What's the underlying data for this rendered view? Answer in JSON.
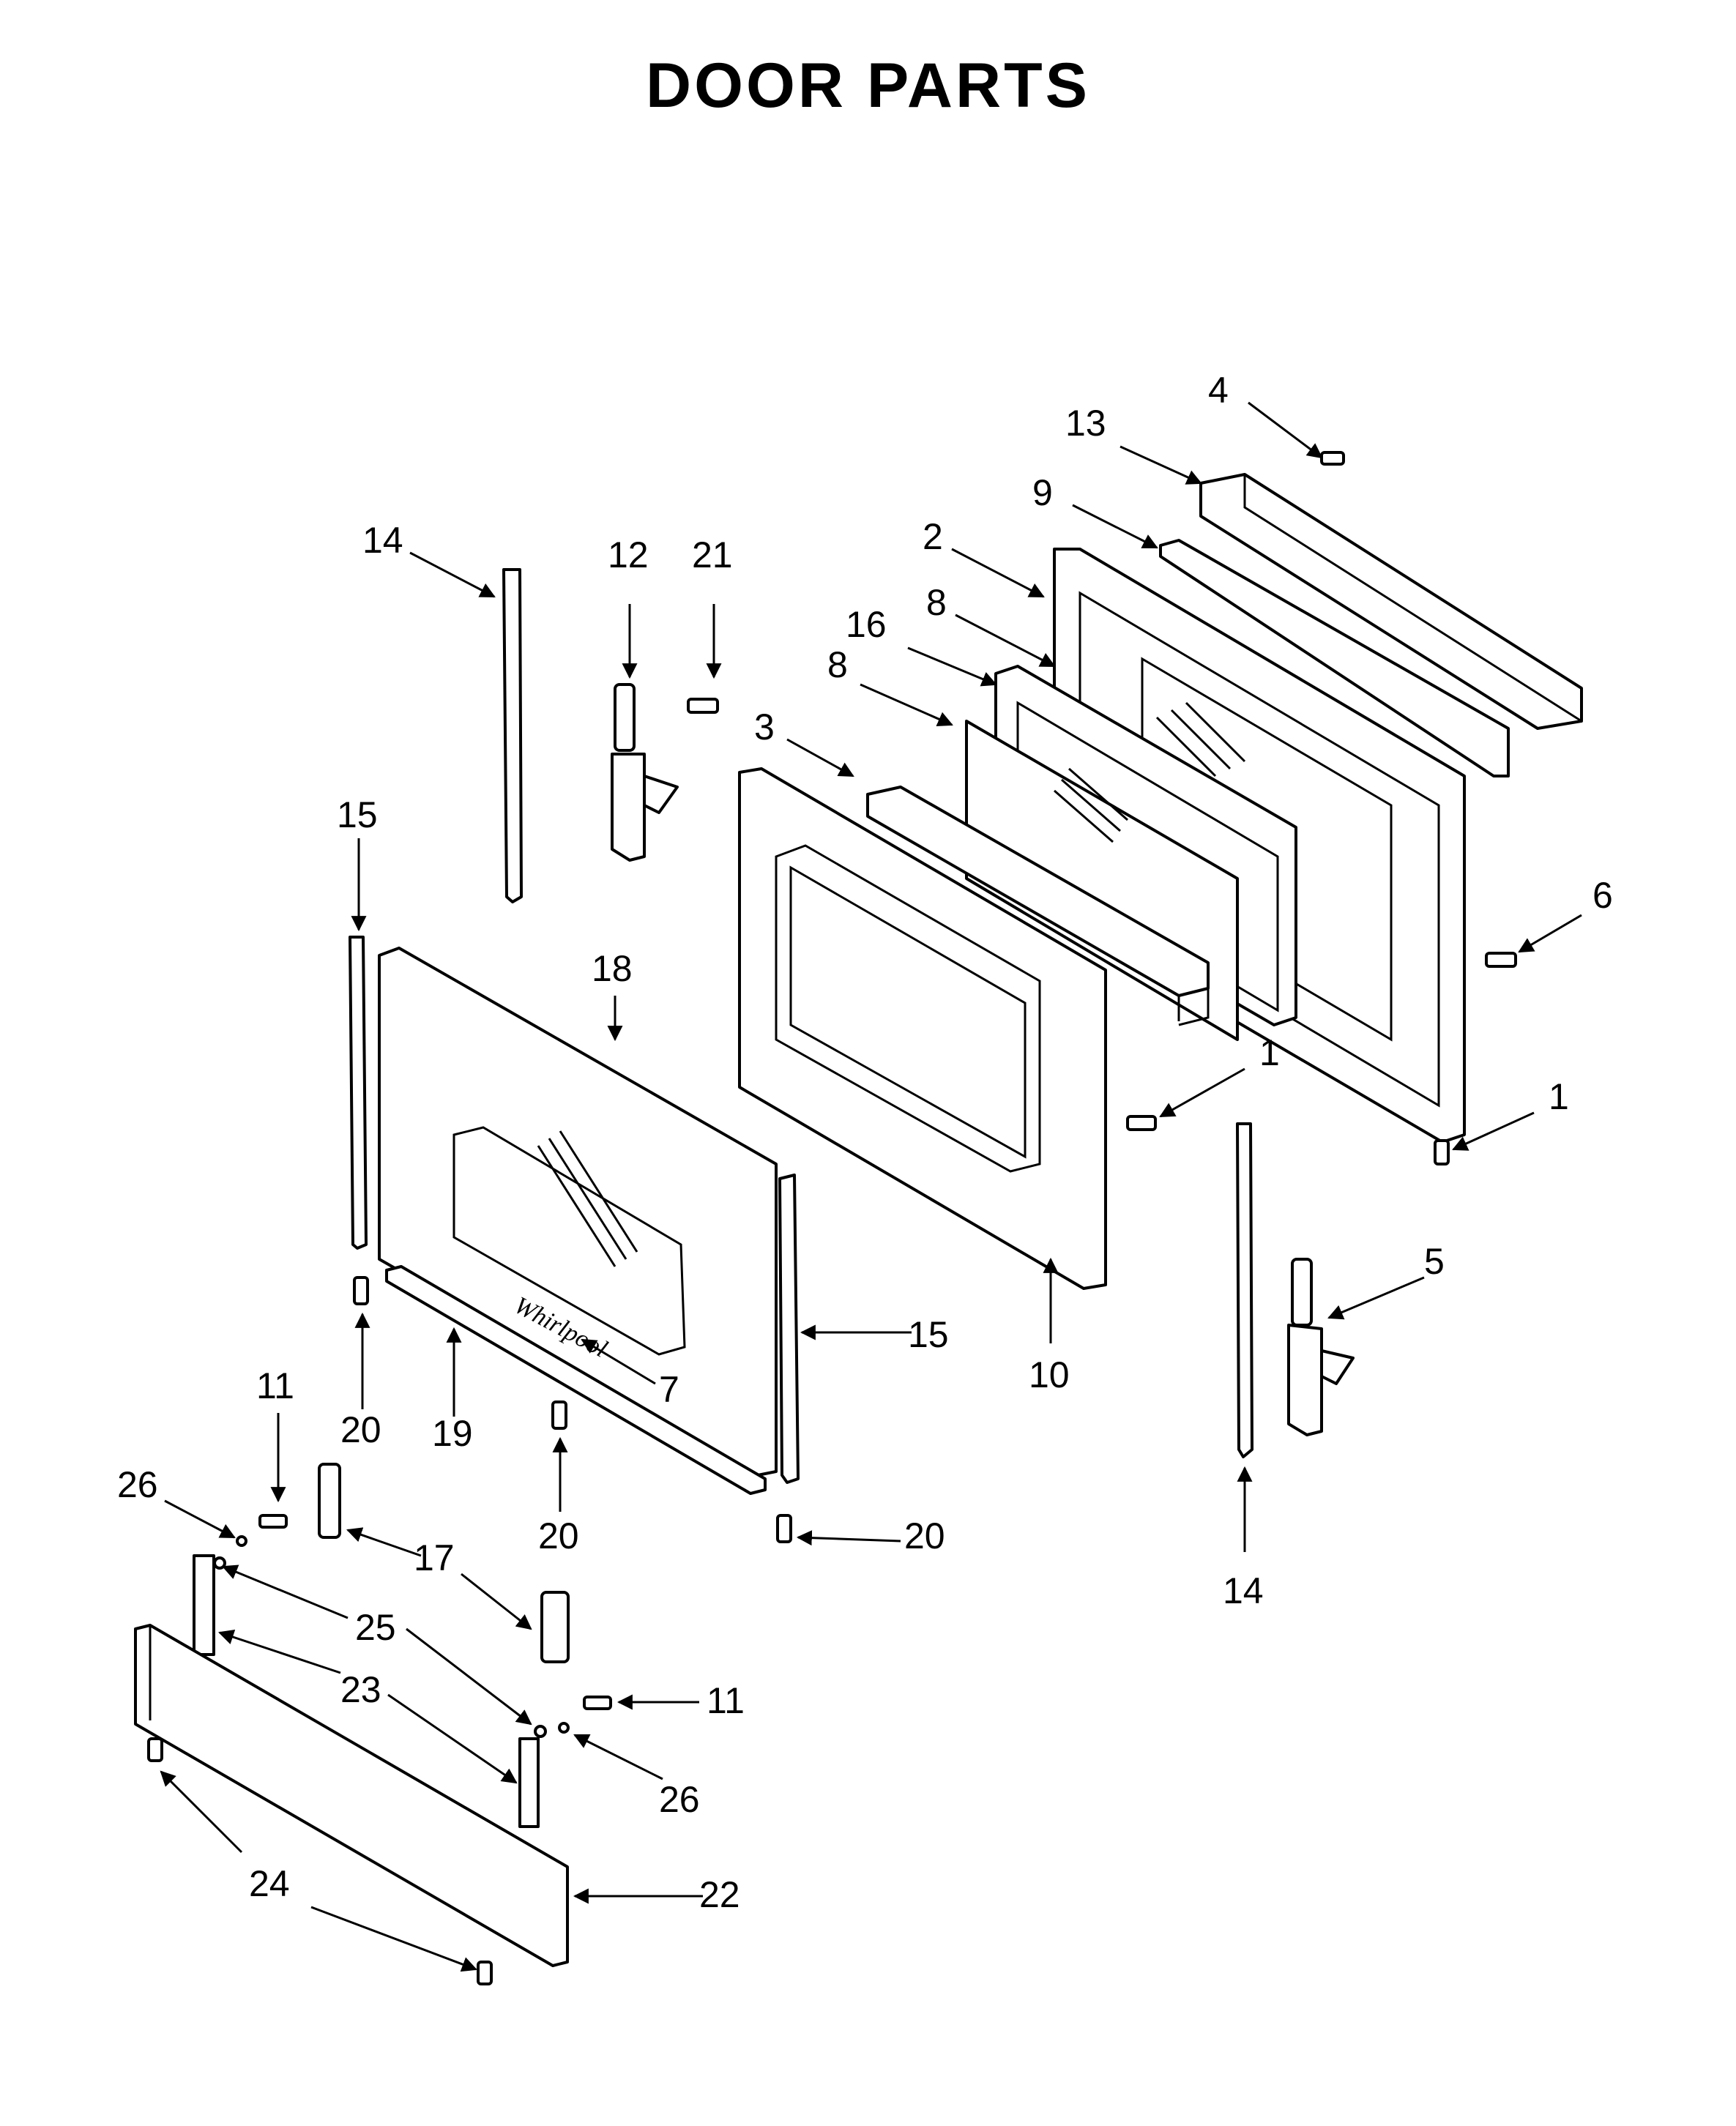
{
  "title": "DOOR PARTS",
  "callouts": [
    {
      "id": "c4",
      "label": "4"
    },
    {
      "id": "c13",
      "label": "13"
    },
    {
      "id": "c9",
      "label": "9"
    },
    {
      "id": "c2",
      "label": "2"
    },
    {
      "id": "c8a",
      "label": "8"
    },
    {
      "id": "c16",
      "label": "16"
    },
    {
      "id": "c8b",
      "label": "8"
    },
    {
      "id": "c3",
      "label": "3"
    },
    {
      "id": "c6",
      "label": "6"
    },
    {
      "id": "c1a",
      "label": "1"
    },
    {
      "id": "c1b",
      "label": "1"
    },
    {
      "id": "c10",
      "label": "10"
    },
    {
      "id": "c5",
      "label": "5"
    },
    {
      "id": "c14a",
      "label": "14"
    },
    {
      "id": "c14b",
      "label": "14"
    },
    {
      "id": "c12",
      "label": "12"
    },
    {
      "id": "c21",
      "label": "21"
    },
    {
      "id": "c15a",
      "label": "15"
    },
    {
      "id": "c15b",
      "label": "15"
    },
    {
      "id": "c18",
      "label": "18"
    },
    {
      "id": "c7",
      "label": "7"
    },
    {
      "id": "c19",
      "label": "19"
    },
    {
      "id": "c20a",
      "label": "20"
    },
    {
      "id": "c20b",
      "label": "20"
    },
    {
      "id": "c20c",
      "label": "20"
    },
    {
      "id": "c11a",
      "label": "11"
    },
    {
      "id": "c11b",
      "label": "11"
    },
    {
      "id": "c26a",
      "label": "26"
    },
    {
      "id": "c26b",
      "label": "26"
    },
    {
      "id": "c17",
      "label": "17"
    },
    {
      "id": "c25",
      "label": "25"
    },
    {
      "id": "c23",
      "label": "23"
    },
    {
      "id": "c24",
      "label": "24"
    },
    {
      "id": "c22",
      "label": "22"
    }
  ]
}
